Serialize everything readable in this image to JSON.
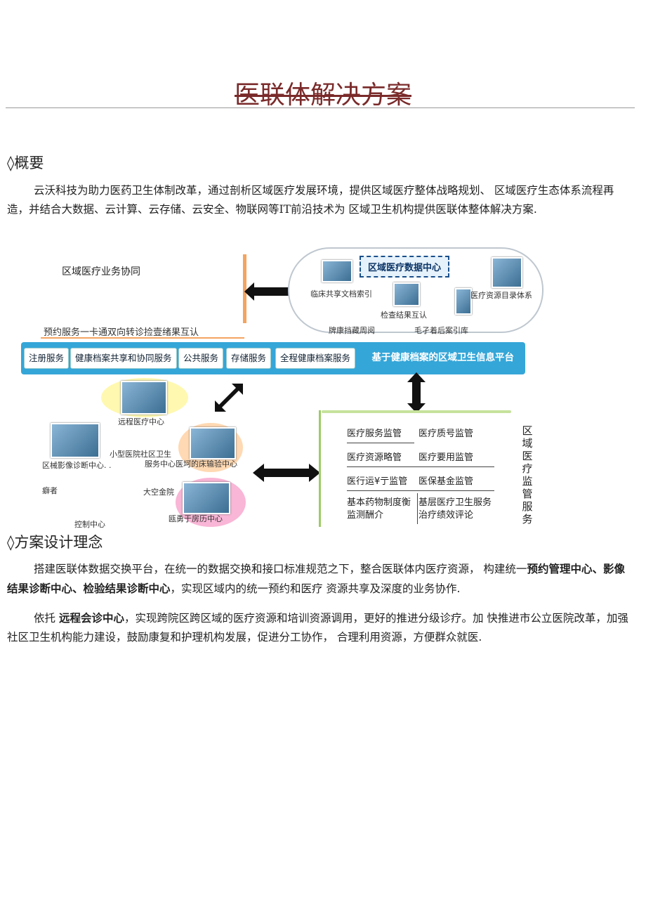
{
  "doc": {
    "title": "医联体解决方案",
    "sec1_title": "◊概要",
    "sec1_para": "云沃科技为助力医药卫生体制改革，通过剖析区域医疗发展环境，提供区域医疗整体战略规划、 区域医疗生态体系流程再造，并结合大数据、云计算、云存储、云安全、物联网等IT前沿技术为 区域卫生机构提供医联体整体解决方案.",
    "sec2_title": "◊方案设计理念",
    "p2_a": "搭建医联体数据交换平台，在统一的数据交换和接口标准规范之下，整合医联体内医疗资源， 构建统一",
    "p2_b1": "预约管理中心",
    "p2_sep1": "、",
    "p2_b2": "影像结果诊断中心",
    "p2_sep2": "、",
    "p2_b3": "检验结果诊断中心",
    "p2_c": "，实现区域内的统一预约和医疗 资源共享及深度的业务协作.",
    "p3_a": "依托 ",
    "p3_b": "远程会诊中心",
    "p3_c": "，实现跨院区跨区域的医疗资源和培训资源调用，更好的推进分级诊疗。加 快推进市公立医院改革，加强社区卫生机构能力建设，鼓励康复和护理机构发展，促进分工协作， 合理利用资源，方便群众就医."
  },
  "diagram": {
    "region_label": "区域医疗业务协同",
    "services_line": "预约服务一卡通双向转诊捡壹绪果互认",
    "datacenter": "区域医疗数据中心",
    "dc_item1": "临床共享文档索引",
    "dc_item2": "检查结果互认",
    "dc_item3": "医疗资源目录体系",
    "dc_item4": "牌康挡藏周阅",
    "dc_item5": "毛孑着后案引库",
    "services": [
      "注册服务",
      "健康档案共享和协同服务",
      "公共服务",
      "存储服务",
      "全程健康档案服务"
    ],
    "platform": "基于健康档案的区域卫生信息平台",
    "remote_center": "远程医疗中心",
    "imaging_center": "区械影像诊断中心. .",
    "clinic_label": "小型医院社区卫生",
    "lab_center": "服务中心医坷的床输验中心",
    "note1": "癖者",
    "hospital": "大空金院",
    "note2": "瓯勇于房历中心",
    "control_center": "控制中心",
    "monitor": {
      "c1": "医疗服务监管",
      "c2": "医疗质号监管",
      "c3": "医疗资源略管",
      "c4": "医疗要用监管",
      "c5": "医行运¥亍监管",
      "c6": "医保基金监管",
      "c7": "基本药物制度衡监测酬介",
      "c8": "基层医疗卫生服务治疗绩效评论",
      "side": "区域医疗监管服务"
    }
  }
}
